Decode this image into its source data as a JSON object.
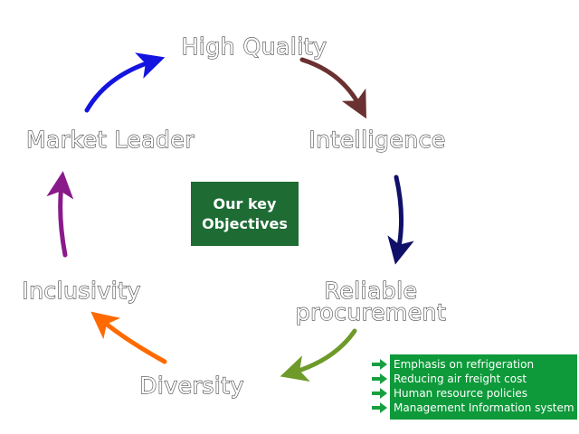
{
  "diagram": {
    "center_title": [
      "Our key",
      "Objectives"
    ],
    "nodes": {
      "high_quality": "High Quality",
      "intelligence": "Intelligence",
      "reliable_procurement": [
        "Reliable",
        "procurement"
      ],
      "diversity": "Diversity",
      "inclusivity": "Inclusivity",
      "market_leader": "Market Leader"
    },
    "arrow_colors": {
      "market_to_quality": "#1414e0",
      "quality_to_intelligence": "#6b3030",
      "intelligence_to_procurement": "#101068",
      "procurement_to_diversity": "#6e9a2a",
      "diversity_to_inclusivity": "#ff6a00",
      "inclusivity_to_market": "#8a1a8a"
    },
    "box_colors": {
      "center": "#1e6b34",
      "list": "#0e9a3a",
      "bullet": "#18a040"
    },
    "procurement_points": [
      "Emphasis on refrigeration",
      "Reducing air freight cost",
      "Human resource policies",
      "Management Information system"
    ]
  }
}
